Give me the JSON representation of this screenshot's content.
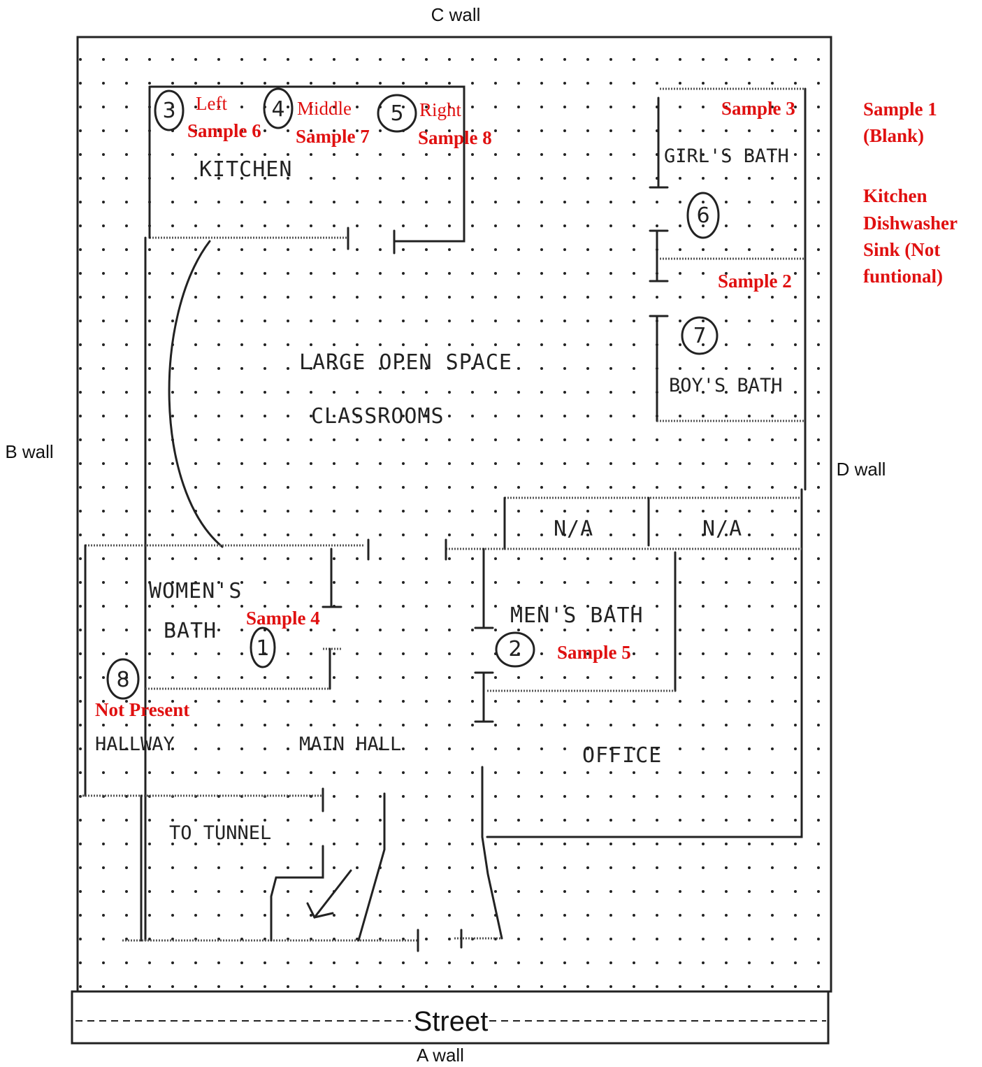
{
  "walls": {
    "c": "C wall",
    "b": "B wall",
    "d": "D wall",
    "a": "A wall"
  },
  "street": "Street",
  "rooms": {
    "kitchen": "KITCHEN",
    "girls_bath": "GIRL'S BATH",
    "boys_bath": "BOY'S BATH",
    "classroom_1": "LARGE OPEN SPACE",
    "classroom_2": "CLASSROOMS",
    "na_1": "N/A",
    "na_2": "N/A",
    "womens_bath_1": "WOMEN'S",
    "womens_bath_2": "BATH",
    "mens_bath": "MEN'S BATH",
    "hallway": "HALLWAY",
    "main_hall": "MAIN HALL",
    "office": "OFFICE",
    "to_tunnel": "TO TUNNEL"
  },
  "markers": [
    "1",
    "2",
    "3",
    "4",
    "5",
    "6",
    "7",
    "8"
  ],
  "annotations": {
    "left": "Left",
    "middle": "Middle",
    "right": "Right",
    "sample_1": "Sample 1",
    "sample_1_note": "(Blank)",
    "sample_2": "Sample 2",
    "sample_3": "Sample 3",
    "sample_4": "Sample 4",
    "sample_5": "Sample 5",
    "sample_6": "Sample 6",
    "sample_7": "Sample 7",
    "sample_8": "Sample 8",
    "not_present": "Not Present",
    "kitchen_note_1": "Kitchen",
    "kitchen_note_2": "Dishwasher",
    "kitchen_note_3": "Sink (Not",
    "kitchen_note_4": "funtional)"
  },
  "colors": {
    "annotation": "#e01010",
    "ink": "#222222"
  }
}
